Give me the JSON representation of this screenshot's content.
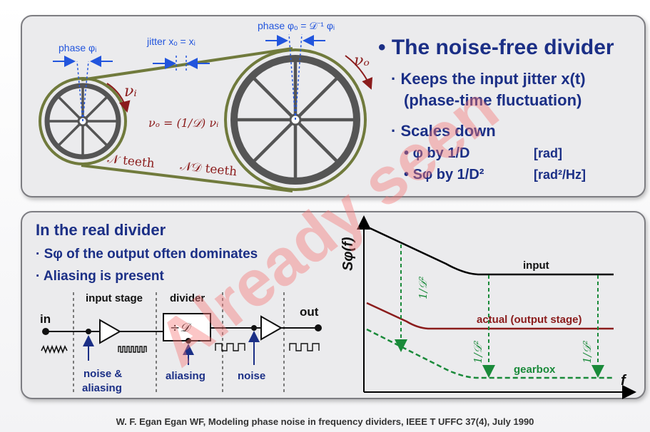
{
  "top": {
    "title": "The noise-free divider",
    "b1_line1": "Keeps the input jitter  x(t)",
    "b1_line2": "(phase-time fluctuation)",
    "b2": "Scales down",
    "sub1_label": "φ by 1/D",
    "sub1_unit": "[rad]",
    "sub2_label": "Sφ by 1/D²",
    "sub2_unit": "[rad²/Hz]",
    "phase_in": "phase φᵢ",
    "jitter": "jitter xₒ = xᵢ",
    "phase_out": "phase φₒ = 𝒟⁻¹ φᵢ",
    "nu_i": "νᵢ",
    "nu_o": "νₒ",
    "relation": "νₒ = (1/𝒟) νᵢ",
    "teeth_small": "𝒩 teeth",
    "teeth_big": "𝒩𝒟 teeth"
  },
  "bottom": {
    "title": "In the real divider",
    "b1": "Sφ of the output often dominates",
    "b2": "Aliasing is present",
    "in_label": "in",
    "out_label": "out",
    "stage_input": "input stage",
    "stage_divider": "divider",
    "divider_symbol": "÷𝒟",
    "noise_aliasing_1": "noise &",
    "noise_aliasing_2": "aliasing",
    "aliasing": "aliasing",
    "noise": "noise"
  },
  "plot": {
    "ylabel": "Sφ(f)",
    "xlabel": "f",
    "input": "input",
    "actual": "actual (output stage)",
    "gearbox": "gearbox",
    "ratio": "1/𝒟²"
  },
  "caption": "W. F. Egan Egan WF, Modeling phase noise in frequency dividers, IEEE T UFFC 37(4), July 1990",
  "watermark": "Already seen",
  "colors": {
    "title": "#1b2f86",
    "maroon": "#8b1c1c",
    "green": "#1a8a3a",
    "blue": "#2255dd",
    "gear": "#555555",
    "belt": "#707a3c"
  }
}
